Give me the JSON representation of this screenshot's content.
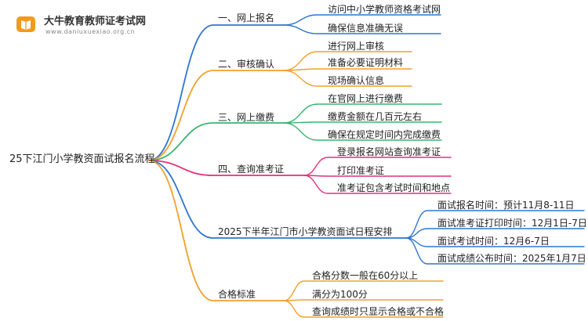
{
  "header": {
    "site_name": "大牛教育教师证考试网",
    "site_url": "www.daniuxuexiao.org.cn"
  },
  "colors": {
    "blue": "#2f76d2",
    "orange": "#f0a12a",
    "green": "#37b56e",
    "pink": "#e2317a",
    "logo_orange": "#f39a1a"
  },
  "mindmap": {
    "root": "25下江门小学教资面试报名流程",
    "branches": [
      {
        "label": "一、网上报名",
        "items": [
          "访问中小学教师资格考试网",
          "确保信息准确无误"
        ]
      },
      {
        "label": "二、审核确认",
        "items": [
          "进行网上审核",
          "准备必要证明材料",
          "现场确认信息"
        ]
      },
      {
        "label": "三、网上缴费",
        "items": [
          "在官网上进行缴费",
          "缴费金额在几百元左右",
          "确保在规定时间内完成缴费"
        ]
      },
      {
        "label": "四、查询准考证",
        "items": [
          "登录报名网站查询准考证",
          "打印准考证",
          "准考证包含考试时间和地点"
        ]
      },
      {
        "label": "2025下半年江门市小学教资面试日程安排",
        "items": [
          "面试报名时间：预计11月8-11日",
          "面试准考证打印时间：12月1日-7日",
          "面试考试时间：12月6-7日",
          "面试成绩公布时间：2025年1月7日"
        ]
      },
      {
        "label": "合格标准",
        "items": [
          "合格分数一般在60分以上",
          "满分为100分",
          "查询成绩时只显示合格或不合格"
        ]
      }
    ]
  }
}
